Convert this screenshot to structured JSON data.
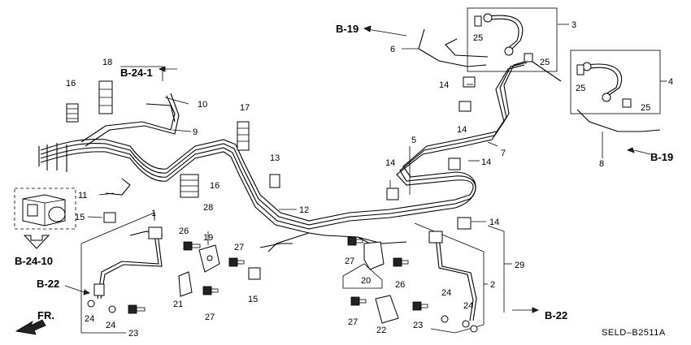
{
  "diagram_code": "SELD–B2511A",
  "references": {
    "b19_top": "B-19",
    "b19_right": "B-19",
    "b24_1": "B-24-1",
    "b24_10": "B-24-10",
    "b22_left": "B-22",
    "b22_right": "B-22",
    "front_arrow": "FR."
  },
  "callouts": {
    "c1": "1",
    "c2": "2",
    "c3": "3",
    "c4": "4",
    "c5": "5",
    "c6": "6",
    "c7": "7",
    "c8": "8",
    "c9": "9",
    "c10": "10",
    "c11": "11",
    "c12": "12",
    "c13": "13",
    "c14a": "14",
    "c14b": "14",
    "c14c": "14",
    "c14d": "14",
    "c14e": "14",
    "c15a": "15",
    "c15b": "15",
    "c16a": "16",
    "c16b": "16",
    "c17": "17",
    "c18": "18",
    "c19": "19",
    "c20": "20",
    "c21": "21",
    "c22": "22",
    "c23a": "23",
    "c23b": "23",
    "c24a": "24",
    "c24b": "24",
    "c24c": "24",
    "c24d": "24",
    "c25a": "25",
    "c25b": "25",
    "c25c": "25",
    "c25d": "25",
    "c26a": "26",
    "c26b": "26",
    "c27a": "27",
    "c27b": "27",
    "c27c": "27",
    "c27d": "27",
    "c28": "28",
    "c29": "29"
  }
}
